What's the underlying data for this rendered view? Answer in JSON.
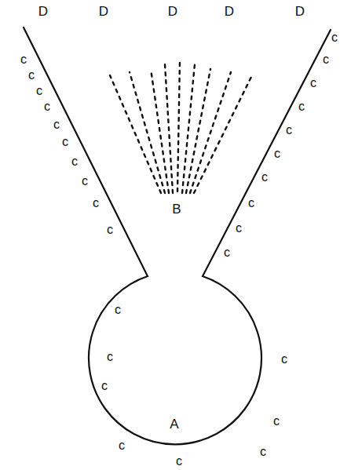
{
  "diagram": {
    "labels": [
      "D",
      "D",
      "D",
      "D",
      "D",
      "B",
      "A",
      "c",
      "c",
      "c",
      "c",
      "c",
      "c",
      "c",
      "c",
      "c",
      "c",
      "c",
      "c",
      "c",
      "c",
      "c",
      "c",
      "c",
      "c",
      "c",
      "c",
      "c",
      "c",
      "c",
      "c",
      "c",
      "c",
      "c",
      "c"
    ]
  }
}
